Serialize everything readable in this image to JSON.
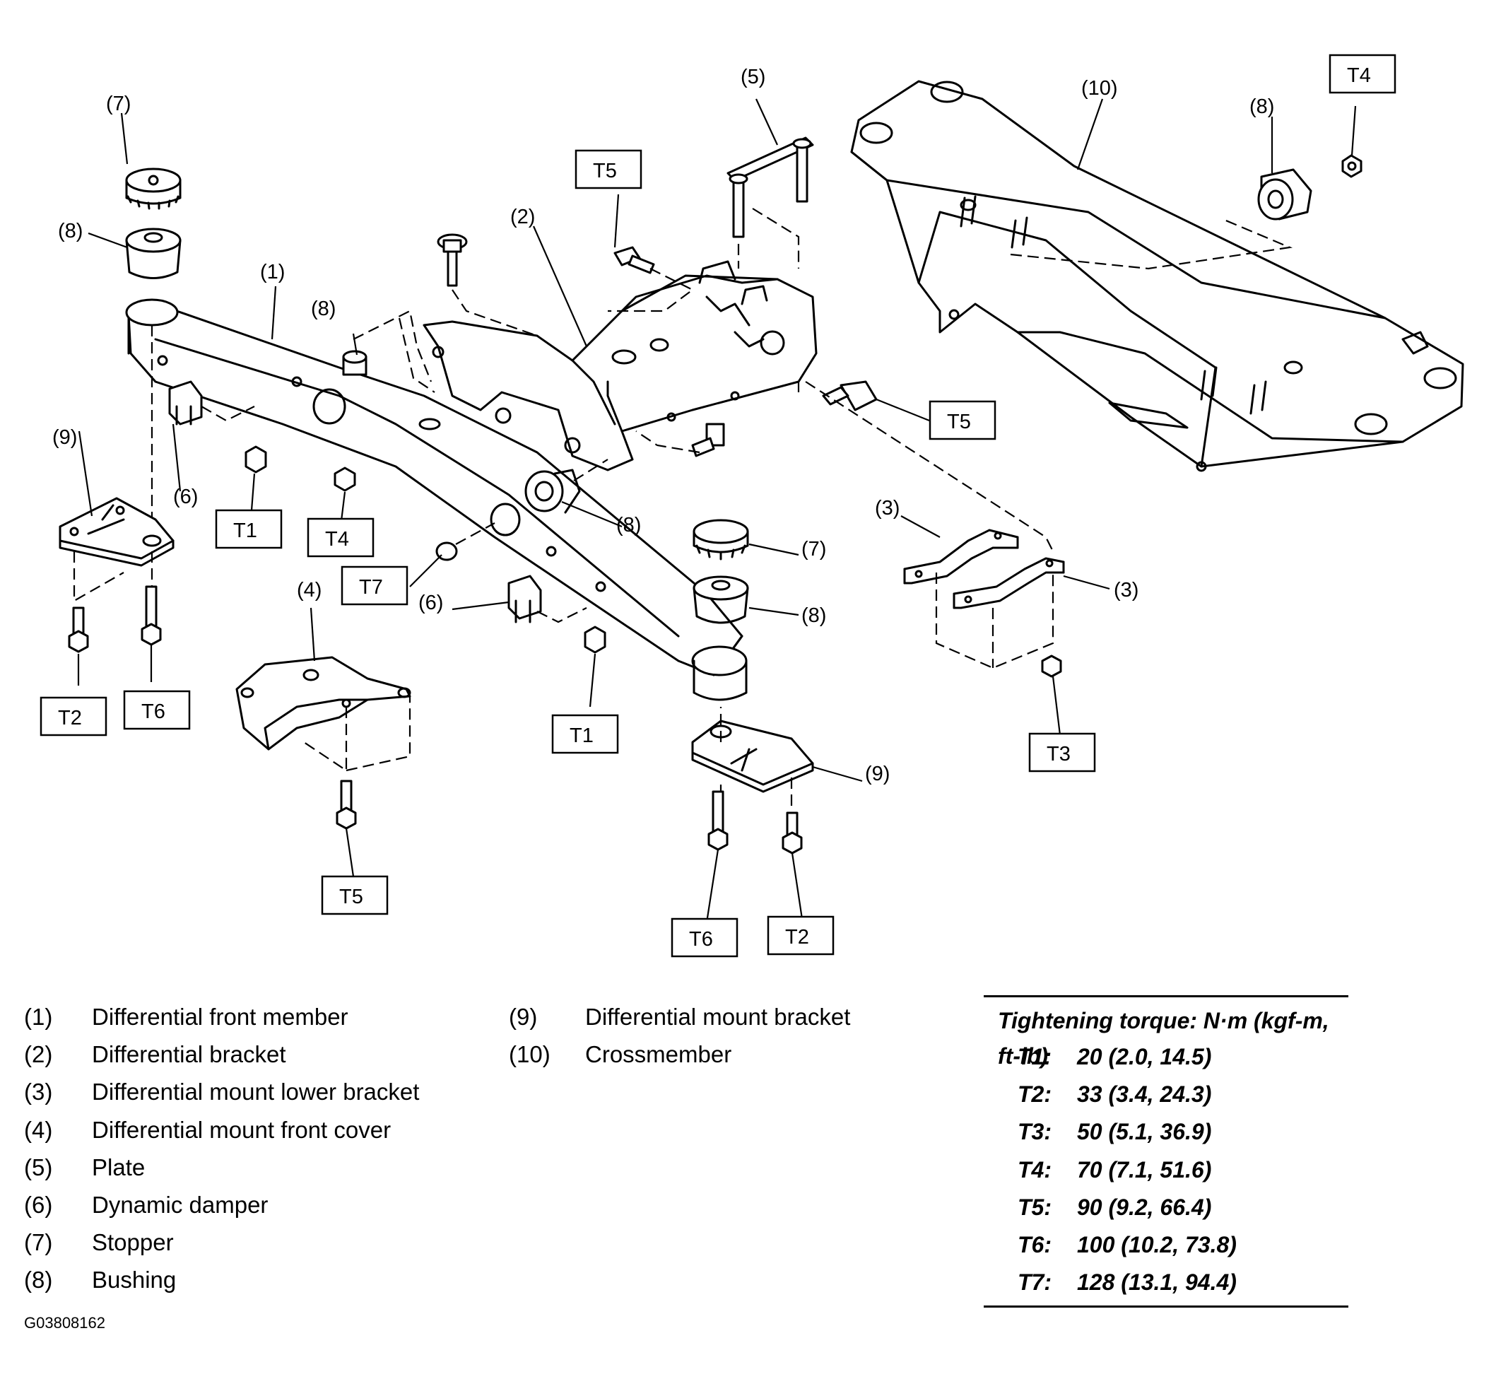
{
  "callouts": {
    "c1": "(1)",
    "c2": "(2)",
    "c3": "(3)",
    "c4": "(4)",
    "c5": "(5)",
    "c6": "(6)",
    "c7": "(7)",
    "c8": "(8)",
    "c9": "(9)",
    "c10": "(10)"
  },
  "torque_labels": {
    "t1": "T1",
    "t2": "T2",
    "t3": "T3",
    "t4": "T4",
    "t5": "T5",
    "t6": "T6",
    "t7": "T7"
  },
  "legend": [
    {
      "num": "(1)",
      "name": "Differential front member"
    },
    {
      "num": "(2)",
      "name": "Differential bracket"
    },
    {
      "num": "(3)",
      "name": "Differential mount lower bracket"
    },
    {
      "num": "(4)",
      "name": "Differential mount front cover"
    },
    {
      "num": "(5)",
      "name": "Plate"
    },
    {
      "num": "(6)",
      "name": "Dynamic damper"
    },
    {
      "num": "(7)",
      "name": "Stopper"
    },
    {
      "num": "(8)",
      "name": "Bushing"
    },
    {
      "num": "(9)",
      "name": "Differential mount bracket"
    },
    {
      "num": "(10)",
      "name": "Crossmember"
    }
  ],
  "torque_table": {
    "heading": "Tightening torque: N·m (kgf-m, ft-lb)",
    "rows": [
      {
        "key": "T1:",
        "value": "20 (2.0, 14.5)"
      },
      {
        "key": "T2:",
        "value": "33 (3.4, 24.3)"
      },
      {
        "key": "T3:",
        "value": "50 (5.1, 36.9)"
      },
      {
        "key": "T4:",
        "value": "70 (7.1, 51.6)"
      },
      {
        "key": "T5:",
        "value": "90 (9.2, 66.4)"
      },
      {
        "key": "T6:",
        "value": "100 (10.2, 73.8)"
      },
      {
        "key": "T7:",
        "value": "128 (13.1, 94.4)"
      }
    ]
  },
  "figure_code": "G03808162"
}
